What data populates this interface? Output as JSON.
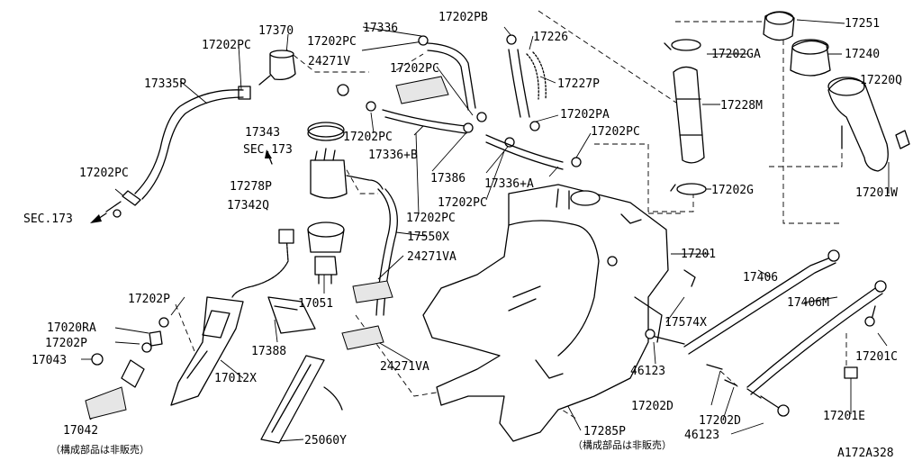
{
  "diagram_id": "A172A328",
  "note_not_sold": "（構成部品は非販売）",
  "labels": {
    "l17336": "17336",
    "l17202PB": "17202PB",
    "l17251": "17251",
    "l17370": "17370",
    "l17202PC_a": "17202PC",
    "l17202PC_b": "17202PC",
    "l17226": "17226",
    "l17202GA": "17202GA",
    "l17240": "17240",
    "l24271V": "24271V",
    "l17202PC_c": "17202PC",
    "l17335P": "17335P",
    "l17227P": "17227P",
    "l17220Q": "17220Q",
    "l17228M": "17228M",
    "l17343": "17343",
    "l17202PA": "17202PA",
    "lSEC173_a": "SEC.173",
    "l17202PC_d": "17202PC",
    "l17202PC_e": "17202PC",
    "l17336B": "17336+B",
    "l17202PC_f": "17202PC",
    "l17386": "17386",
    "l17336A": "17336+A",
    "l17278P": "17278P",
    "l17202G": "17202G",
    "l17201W": "17201W",
    "lSEC173_b": "SEC.173",
    "l17202PC_g": "17202PC",
    "l17342Q": "17342Q",
    "l17202PC_h": "17202PC",
    "l17550X": "17550X",
    "l17201": "17201",
    "l24271VA_a": "24271VA",
    "l17406": "17406",
    "l17406M": "17406M",
    "l17051": "17051",
    "l17202P_a": "17202P",
    "l17574X": "17574X",
    "l17020RA": "17020RA",
    "l17202P_b": "17202P",
    "l17388": "17388",
    "l17201C": "17201C",
    "l17043": "17043",
    "l24271VA_b": "24271VA",
    "l46123_a": "46123",
    "l17012X": "17012X",
    "l17202D_a": "17202D",
    "l17202D_b": "17202D",
    "l17201E": "17201E",
    "l17285P": "17285P",
    "l17042": "17042",
    "l46123_b": "46123",
    "l25060Y": "25060Y"
  }
}
